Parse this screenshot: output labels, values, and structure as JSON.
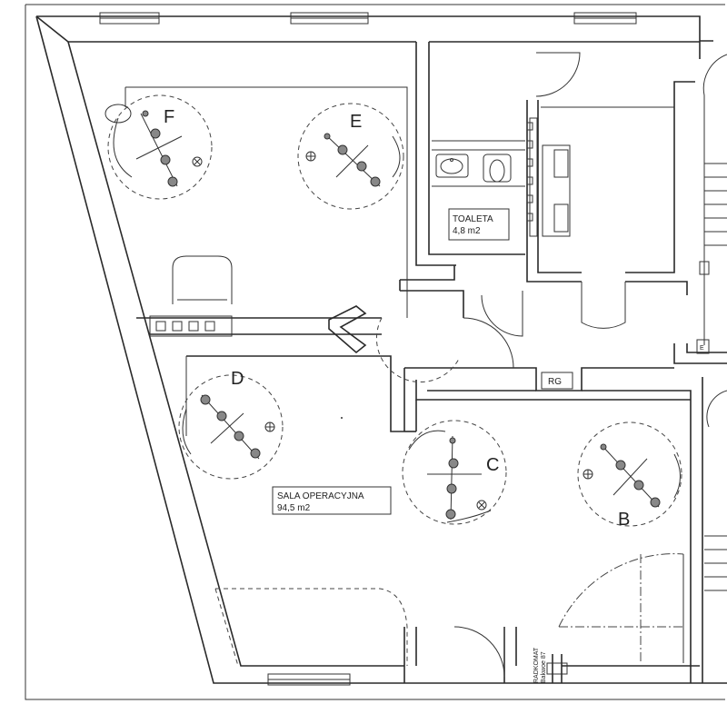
{
  "rooms": {
    "operating_room": {
      "name": "SALA OPERACYJNA",
      "area": "94,5 m2"
    },
    "toilet": {
      "name": "TOALETA",
      "area": "4,8 m2"
    }
  },
  "zones": [
    "F",
    "E",
    "D",
    "C",
    "B"
  ],
  "labels": {
    "rg": "RG",
    "e_marker": "E",
    "meter_line1": "RADKOMAT",
    "meter_line2": "Bakwoe 87"
  },
  "colors": {
    "line": "#2a2a2a",
    "lamp_fill": "#888888",
    "background": "#ffffff"
  }
}
